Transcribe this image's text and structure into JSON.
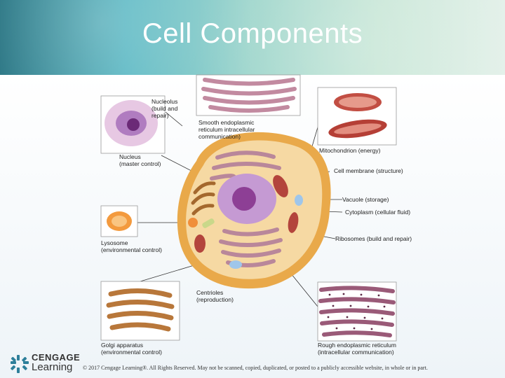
{
  "slide": {
    "title": "Cell Components"
  },
  "labels": {
    "nucleolus": "Nucleolus\n(build and\nrepair)",
    "nucleus": "Nucleus\n(master control)",
    "smooth_er": "Smooth endoplasmic\nreticulum intracellular\ncommunication)",
    "mitochondrion": "Mitochondrion (energy)",
    "cell_membrane": "Cell membrane (structure)",
    "vacuole": "Vacuole (storage)",
    "cytoplasm": "Cytoplasm (cellular fluid)",
    "lysosome": "Lysosome\n(environmental control)",
    "ribosomes": "Ribosomes (build and repair)",
    "centrioles": "Centrioles\n(reproduction)",
    "golgi": "Golgi apparatus\n(environmental control)",
    "rough_er": "Rough endoplasmic reticulum\n(intracellular communication)"
  },
  "footer": {
    "logo_top": "CENGAGE",
    "logo_bottom": "Learning",
    "copyright": "© 2017 Cengage Learning®. All Rights Reserved. May not be scanned, copied, duplicated, or posted to a publicly accessible website, in whole or in part."
  },
  "colors": {
    "membrane": "#e9a94a",
    "cytoplasm": "#f6d9a3",
    "nucleus": "#c59ad3",
    "nucleolus": "#8d3f95",
    "er": "#b9879a",
    "mitochondria": "#b3443c",
    "golgi": "#a4682d",
    "lysosome": "#f08e3a"
  }
}
